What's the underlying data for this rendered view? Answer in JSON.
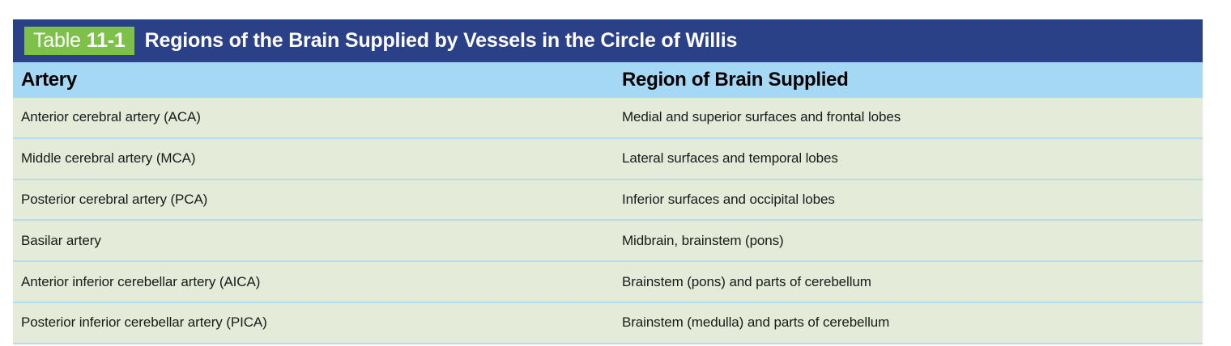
{
  "table": {
    "badge_word": "Table",
    "badge_number": "11-1",
    "title": "Regions of the Brain Supplied by Vessels in the Circle of Willis",
    "columns": [
      "Artery",
      "Region of Brain Supplied"
    ],
    "rows": [
      {
        "artery": "Anterior cerebral artery (ACA)",
        "region": "Medial and superior surfaces and frontal lobes"
      },
      {
        "artery": "Middle cerebral artery (MCA)",
        "region": "Lateral surfaces and temporal lobes"
      },
      {
        "artery": "Posterior cerebral artery (PCA)",
        "region": "Inferior surfaces and occipital lobes"
      },
      {
        "artery": "Basilar artery",
        "region": "Midbrain, brainstem (pons)"
      },
      {
        "artery": "Anterior inferior cerebellar artery (AICA)",
        "region": "Brainstem (pons) and parts of cerebellum"
      },
      {
        "artery": "Posterior inferior cerebellar artery (PICA)",
        "region": "Brainstem (medulla) and parts of cerebellum"
      }
    ]
  },
  "colors": {
    "title_bar": "#2a4188",
    "badge": "#7dc14b",
    "column_header": "#a4d8f5",
    "row_background": "#e4ecd9",
    "row_divider": "#b5dcee"
  }
}
